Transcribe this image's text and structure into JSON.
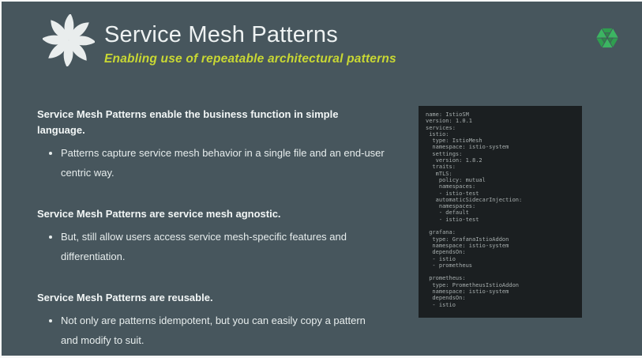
{
  "header": {
    "title": "Service Mesh Patterns",
    "subtitle": "Enabling use of repeatable architectural patterns"
  },
  "icons": {
    "brand_logo": "swirl-pinwheel-icon",
    "meshery_logo": "green-triangulated-hexagon-icon"
  },
  "colors": {
    "background": "#47565d",
    "title_text": "#eef2f2",
    "subtitle_accent": "#c9d833",
    "body_text": "#e7eded",
    "code_background": "#1b1f21",
    "code_text": "#a7aeae",
    "meshery_green": "#35a853"
  },
  "sections": [
    {
      "heading": "Service Mesh Patterns enable the business function in simple language.",
      "bullets": [
        "Patterns capture service mesh behavior in a single file and an end-user centric way."
      ]
    },
    {
      "heading": "Service Mesh Patterns are service mesh agnostic.",
      "bullets": [
        "But, still allow users access service mesh-specific features and differentiation."
      ]
    },
    {
      "heading": "Service Mesh Patterns are reusable.",
      "bullets": [
        "Not only are patterns idempotent, but you can easily copy a pattern and modify to suit."
      ]
    }
  ],
  "code_block": {
    "text": "name: IstioSM\nversion: 1.0.1\nservices:\n istio:\n  type: IstioMesh\n  namespace: istio-system\n  settings:\n   version: 1.8.2\n  traits:\n   mTLS:\n    policy: mutual\n    namespaces:\n    - istio-test\n   automaticSidecarInjection:\n    namespaces:\n    - default\n    - istio-test\n\n grafana:\n  type: GrafanaIstioAddon\n  namespace: istio-system\n  dependsOn:\n  - istio\n  - prometheus\n\n prometheus:\n  type: PrometheusIstioAddon\n  namespace: istio-system\n  dependsOn:\n  - istio"
  }
}
